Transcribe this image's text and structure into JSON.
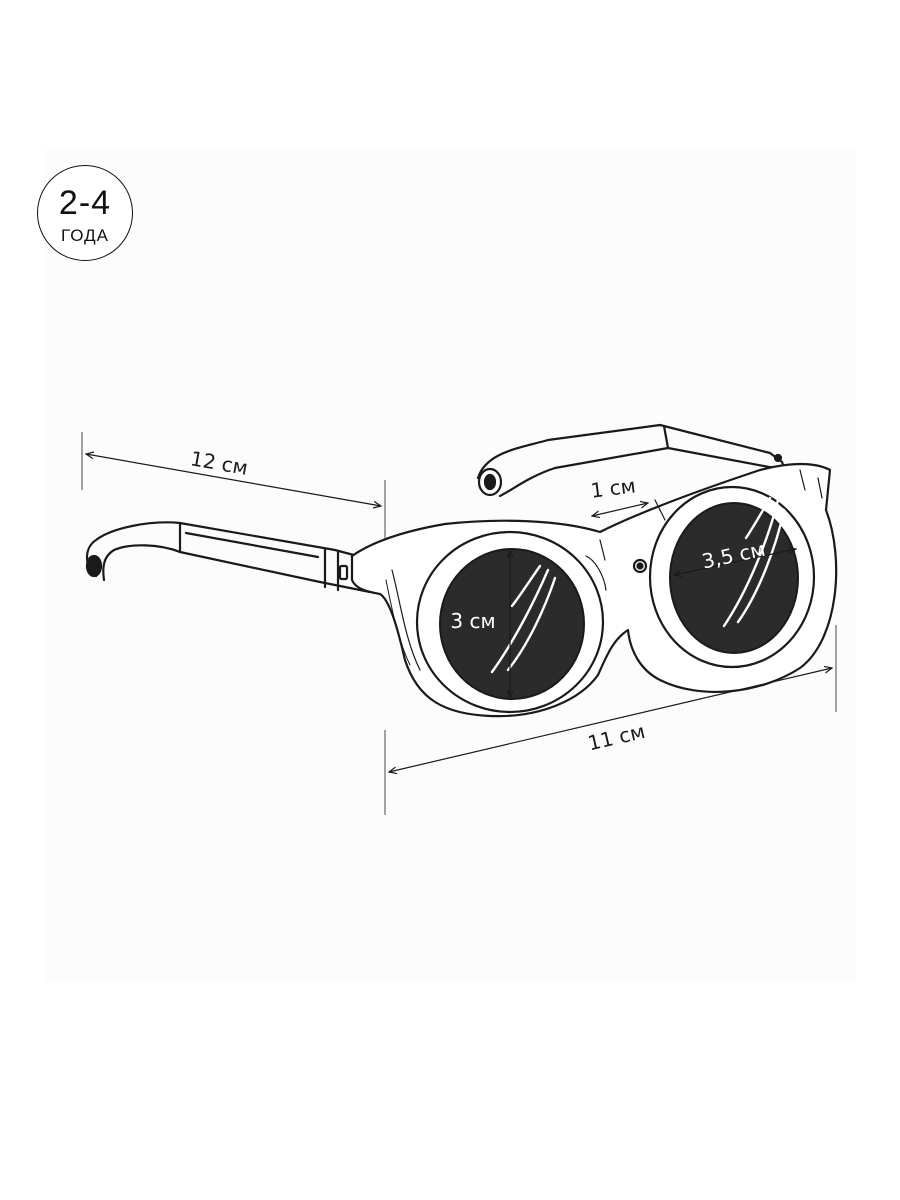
{
  "age_badge": {
    "range": "2-4",
    "unit": "ГОДА"
  },
  "dimensions": {
    "temple_length": "12 см",
    "bridge_width": "1 см",
    "lens_width": "3,5 см",
    "lens_height": "3 см",
    "frame_width": "11 см"
  },
  "colors": {
    "lens": "#2b2b2b",
    "line": "#1a1a1a",
    "background": "#ffffff"
  },
  "icons": [
    "sunglasses-illustration"
  ]
}
